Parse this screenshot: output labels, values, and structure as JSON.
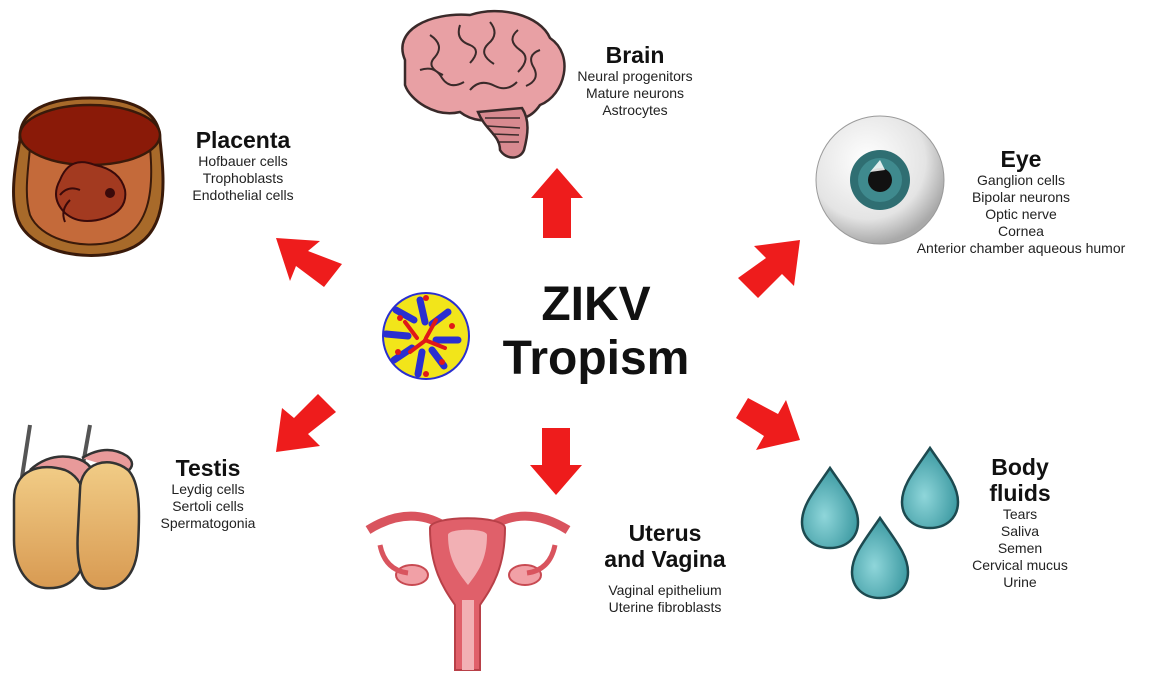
{
  "center": {
    "line1": "ZIKV",
    "line2": "Tropism"
  },
  "organs": {
    "brain": {
      "title": "Brain",
      "cells": [
        "Neural progenitors",
        "Mature neurons",
        "Astrocytes"
      ]
    },
    "placenta": {
      "title": "Placenta",
      "cells": [
        "Hofbauer cells",
        "Trophoblasts",
        "Endothelial cells"
      ]
    },
    "eye": {
      "title": "Eye",
      "cells": [
        "Ganglion cells",
        "Bipolar neurons",
        "Optic nerve",
        "Cornea",
        "Anterior chamber aqueous humor"
      ]
    },
    "testis": {
      "title": "Testis",
      "cells": [
        "Leydig cells",
        "Sertoli cells",
        "Spermatogonia"
      ]
    },
    "uterus": {
      "title_line1": "Uterus",
      "title_line2": "and Vagina",
      "cells": [
        "Vaginal epithelium",
        "Uterine fibroblasts"
      ]
    },
    "fluids": {
      "title_line1": "Body",
      "title_line2": "fluids",
      "cells": [
        "Tears",
        "Saliva",
        "Semen",
        "Cervical mucus",
        "Urine"
      ]
    }
  },
  "colors": {
    "arrow": "#ee1c1c",
    "brain": "#e8a0a4",
    "placenta": "#8a1a08",
    "eye_iris": "#2f6e72",
    "testis": "#e9b870",
    "uterus": "#e0606a",
    "droplet": "#5cb8bf",
    "virus_yellow": "#f2e51a",
    "virus_blue": "#2a2fd0"
  }
}
